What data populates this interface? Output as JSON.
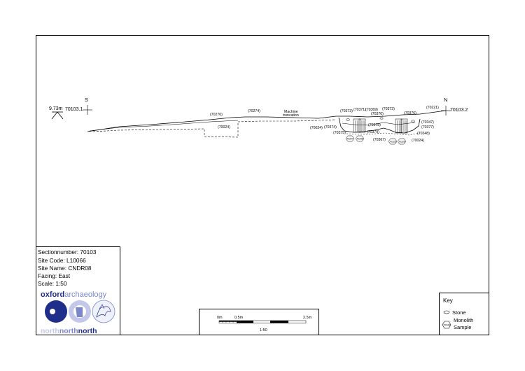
{
  "section": {
    "start_level": "9.73m",
    "start_point": "70103.1",
    "end_point": "70103.2",
    "dir_left": "S",
    "dir_right": "N",
    "contexts": {
      "c70276": "(70276)",
      "c70274": "(70274)",
      "c70024a": "(70024)",
      "machine_line1": "Machine",
      "machine_line2": "truncation",
      "c70024b": "(70024)",
      "c70374": "(70374)",
      "c70375": "(70375)",
      "c70373": "(70373)",
      "c70371": "(70371)",
      "c70369": "(70369)",
      "c70370": "(70370)",
      "c70372": "(70372)",
      "c70376": "(70376)",
      "c70221": "(70221)",
      "c70347": "(70347)",
      "c70377": "(70377)",
      "c70378": "(70378)",
      "c70379": "(70379)",
      "c70367": "(70367)",
      "c70348": "(70348)",
      "c70024c": "(70024)"
    },
    "monoliths": [
      "70347",
      "70346",
      "70325",
      "70326"
    ]
  },
  "info": {
    "section_number": "Sectionnumber: 70103",
    "site_code": "Site Code: L10066",
    "site_name": "Site Name: CNDR08",
    "facing": "Facing: East",
    "scale": "Scale: 1:50"
  },
  "logo": {
    "word1": "oxford",
    "word2": "archaeology",
    "footer": [
      "north",
      "north",
      "north"
    ],
    "colors": {
      "navy": "#1f2e8a",
      "mid": "#7b86cc",
      "light": "#c3c8ea"
    }
  },
  "key": {
    "title": "Key",
    "stone_label": "Stone",
    "monolith_label": "Monolith",
    "sample_label": "Sample",
    "monolith_icon_text": "70348"
  },
  "scale_bar": {
    "label_0": "0m",
    "label_mid": "0.5m",
    "label_end": "2.5m",
    "ratio": "1:50"
  }
}
